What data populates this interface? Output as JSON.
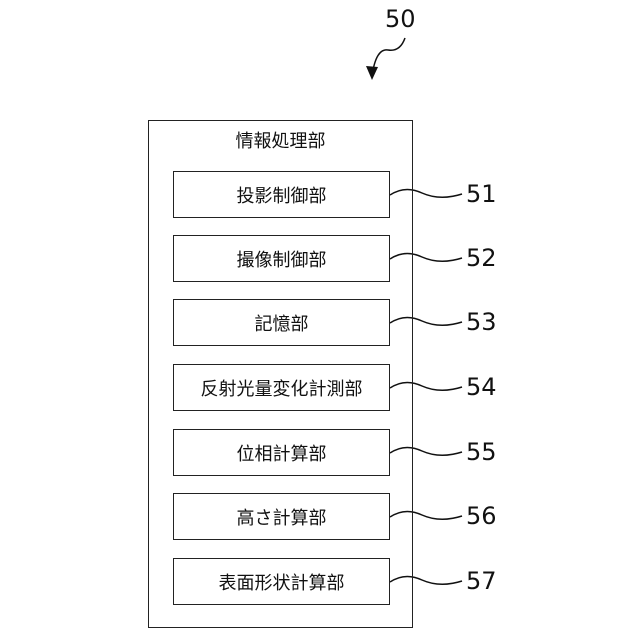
{
  "figure": {
    "number": "50"
  },
  "outer_box": {
    "title": "情報処理部"
  },
  "units": [
    {
      "label": "投影制御部",
      "ref": "51"
    },
    {
      "label": "撮像制御部",
      "ref": "52"
    },
    {
      "label": "記憶部",
      "ref": "53"
    },
    {
      "label": "反射光量変化計測部",
      "ref": "54"
    },
    {
      "label": "位相計算部",
      "ref": "55"
    },
    {
      "label": "高さ計算部",
      "ref": "56"
    },
    {
      "label": "表面形状計算部",
      "ref": "57"
    }
  ]
}
